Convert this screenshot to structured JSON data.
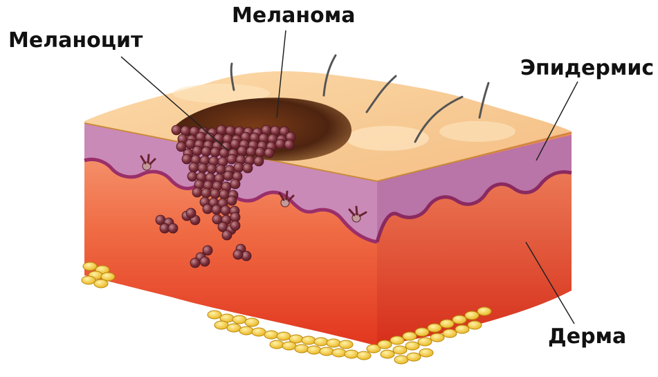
{
  "labels": {
    "melanoma": "Меланома",
    "melanocyte": "Меланоцит",
    "epidermis": "Эпидермис",
    "derma": "Дерма"
  },
  "colors": {
    "skin_surface": "#f6c98e",
    "epidermis": "#c98ab8",
    "dermis_front": "#e84a2c",
    "dermis_side": "#d8341c",
    "melanoma": "#5a2a14",
    "melanocyte": "#7b2f3a",
    "fat": "#f3c52b"
  }
}
